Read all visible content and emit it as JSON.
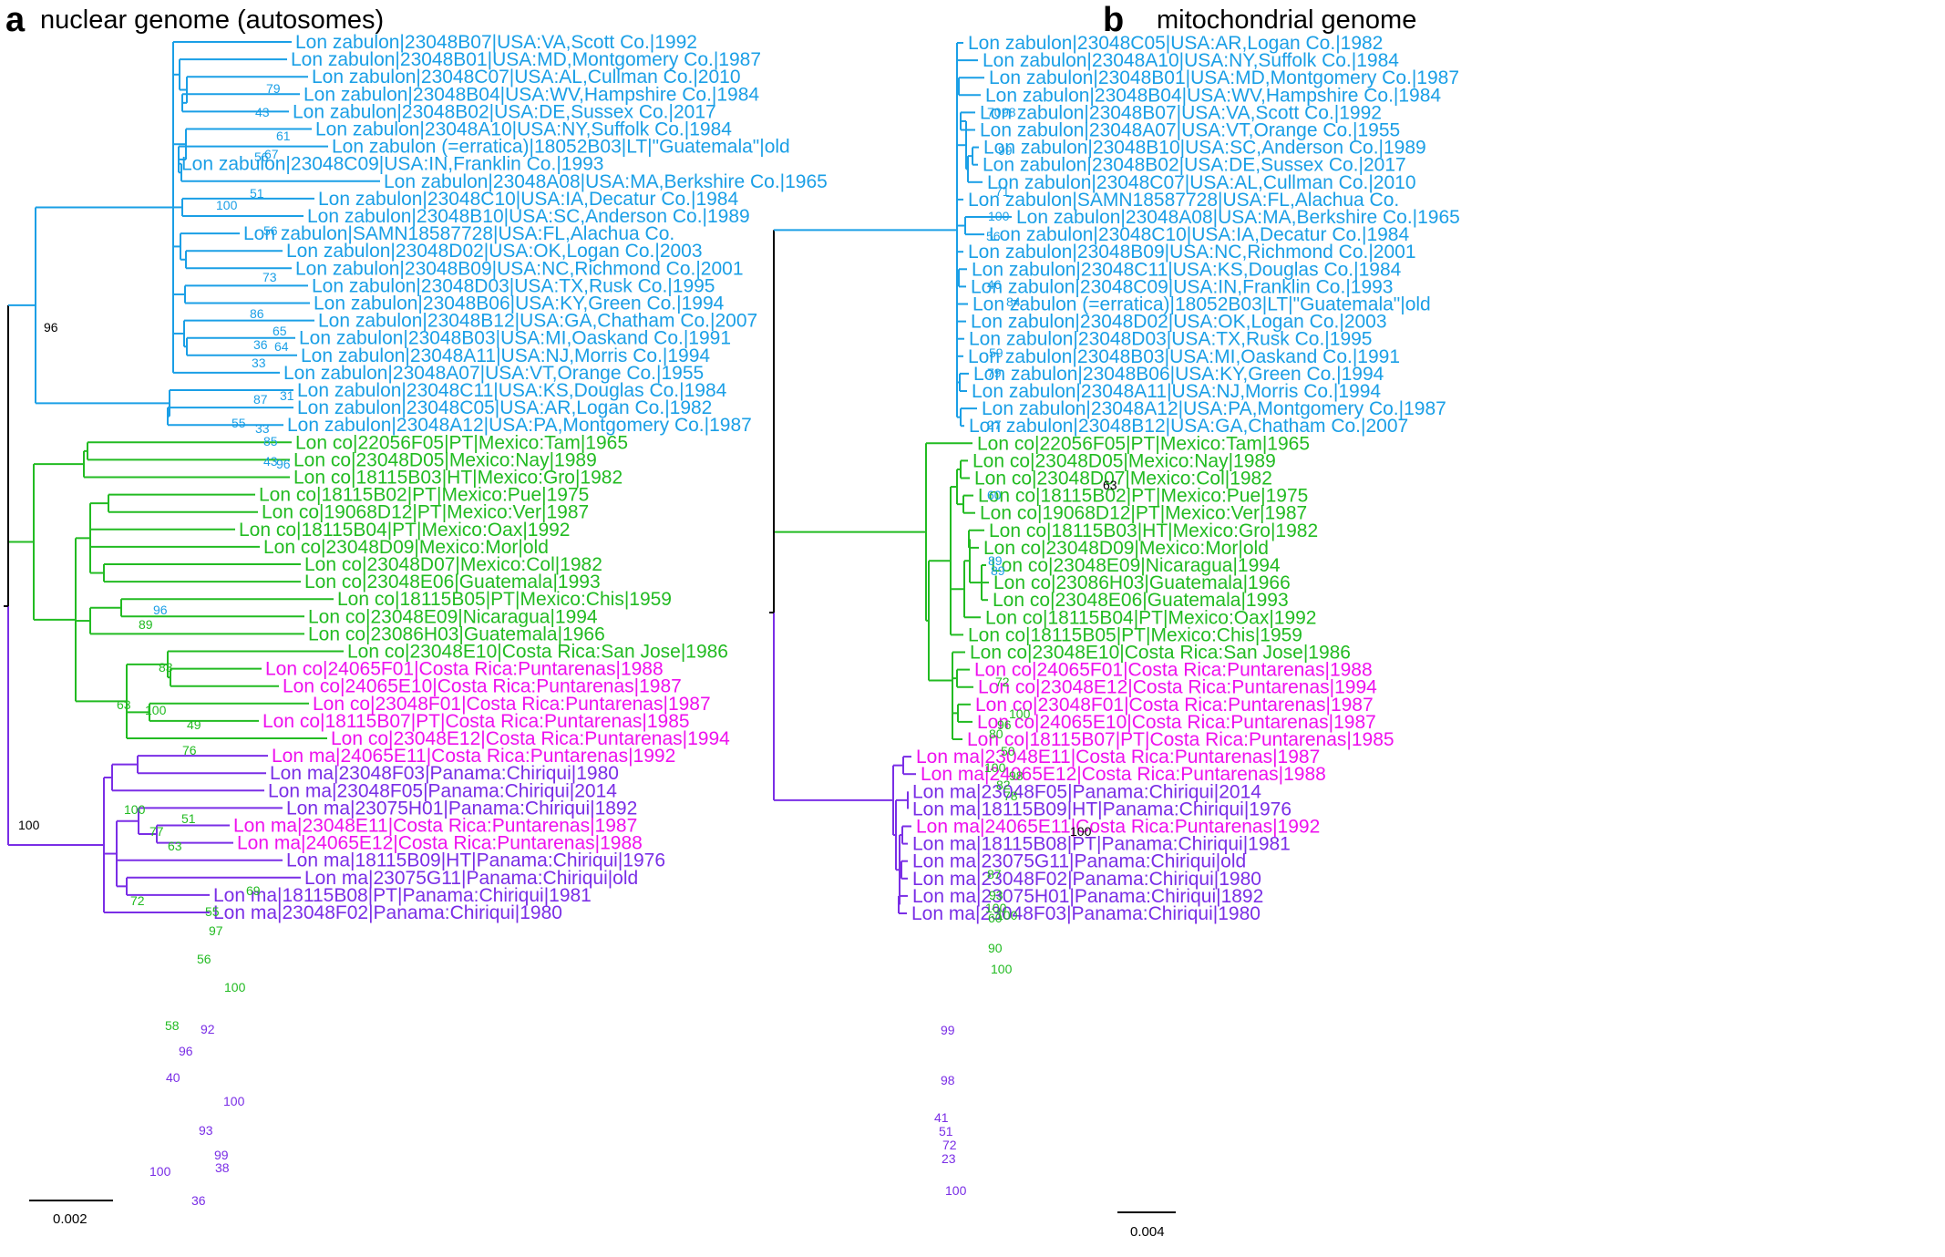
{
  "colors": {
    "black": "#000000",
    "blue": "#1a9fe6",
    "green": "#22bb22",
    "purple": "#7a2ee6",
    "magenta": "#ee11ee"
  },
  "panels": [
    {
      "letter": "a",
      "title": "nuclear genome (autosomes)",
      "scale_label": "0.002",
      "leaves": [
        {
          "label": "Lon zabulon|23048B07|USA:VA,Scott Co.|1992",
          "color": "blue"
        },
        {
          "label": "Lon zabulon|23048B01|USA:MD,Montgomery Co.|1987",
          "color": "blue"
        },
        {
          "label": "Lon zabulon|23048C07|USA:AL,Cullman Co.|2010",
          "color": "blue"
        },
        {
          "label": "Lon zabulon|23048B04|USA:WV,Hampshire Co.|1984",
          "color": "blue"
        },
        {
          "label": "Lon zabulon|23048B02|USA:DE,Sussex Co.|2017",
          "color": "blue"
        },
        {
          "label": "Lon zabulon|23048A10|USA:NY,Suffolk Co.|1984",
          "color": "blue"
        },
        {
          "label": "Lon zabulon (=erratica)|18052B03|LT|\"Guatemala\"|old",
          "color": "blue"
        },
        {
          "label": "Lon zabulon|23048C09|USA:IN,Franklin Co.|1993",
          "color": "blue"
        },
        {
          "label": "Lon zabulon|23048A08|USA:MA,Berkshire Co.|1965",
          "color": "blue"
        },
        {
          "label": "Lon zabulon|23048C10|USA:IA,Decatur Co.|1984",
          "color": "blue"
        },
        {
          "label": "Lon zabulon|23048B10|USA:SC,Anderson Co.|1989",
          "color": "blue"
        },
        {
          "label": "Lon zabulon|SAMN18587728|USA:FL,Alachua Co.",
          "color": "blue"
        },
        {
          "label": "Lon zabulon|23048D02|USA:OK,Logan Co.|2003",
          "color": "blue"
        },
        {
          "label": "Lon zabulon|23048B09|USA:NC,Richmond Co.|2001",
          "color": "blue"
        },
        {
          "label": "Lon zabulon|23048D03|USA:TX,Rusk Co.|1995",
          "color": "blue"
        },
        {
          "label": "Lon zabulon|23048B06|USA:KY,Green Co.|1994",
          "color": "blue"
        },
        {
          "label": "Lon zabulon|23048B12|USA:GA,Chatham Co.|2007",
          "color": "blue"
        },
        {
          "label": "Lon zabulon|23048B03|USA:MI,Oaskand Co.|1991",
          "color": "blue"
        },
        {
          "label": "Lon zabulon|23048A11|USA:NJ,Morris Co.|1994",
          "color": "blue"
        },
        {
          "label": "Lon zabulon|23048A07|USA:VT,Orange Co.|1955",
          "color": "blue"
        },
        {
          "label": "Lon zabulon|23048C11|USA:KS,Douglas Co.|1984",
          "color": "blue"
        },
        {
          "label": "Lon zabulon|23048C05|USA:AR,Logan Co.|1982",
          "color": "blue"
        },
        {
          "label": "Lon zabulon|23048A12|USA:PA,Montgomery Co.|1987",
          "color": "blue"
        },
        {
          "label": "Lon co|22056F05|PT|Mexico:Tam|1965",
          "color": "green"
        },
        {
          "label": "Lon co|23048D05|Mexico:Nay|1989",
          "color": "green"
        },
        {
          "label": "Lon co|18115B03|HT|Mexico:Gro|1982",
          "color": "green"
        },
        {
          "label": "Lon co|18115B02|PT|Mexico:Pue|1975",
          "color": "green"
        },
        {
          "label": "Lon co|19068D12|PT|Mexico:Ver|1987",
          "color": "green"
        },
        {
          "label": "Lon co|18115B04|PT|Mexico:Oax|1992",
          "color": "green"
        },
        {
          "label": "Lon co|23048D09|Mexico:Mor|old",
          "color": "green"
        },
        {
          "label": "Lon co|23048D07|Mexico:Col|1982",
          "color": "green"
        },
        {
          "label": "Lon co|23048E06|Guatemala|1993",
          "color": "green"
        },
        {
          "label": "Lon co|18115B05|PT|Mexico:Chis|1959",
          "color": "green"
        },
        {
          "label": "Lon co|23048E09|Nicaragua|1994",
          "color": "green"
        },
        {
          "label": "Lon co|23086H03|Guatemala|1966",
          "color": "green"
        },
        {
          "label": "Lon co|23048E10|Costa Rica:San Jose|1986",
          "color": "green"
        },
        {
          "label": "Lon co|24065F01|Costa Rica:Puntarenas|1988",
          "color": "magenta"
        },
        {
          "label": "Lon co|24065E10|Costa Rica:Puntarenas|1987",
          "color": "magenta"
        },
        {
          "label": "Lon co|23048F01|Costa Rica:Puntarenas|1987",
          "color": "magenta"
        },
        {
          "label": "Lon co|18115B07|PT|Costa Rica:Puntarenas|1985",
          "color": "magenta"
        },
        {
          "label": "Lon co|23048E12|Costa Rica:Puntarenas|1994",
          "color": "magenta"
        },
        {
          "label": "Lon ma|24065E11|Costa Rica:Puntarenas|1992",
          "color": "magenta"
        },
        {
          "label": "Lon ma|23048F03|Panama:Chiriqui|1980",
          "color": "purple"
        },
        {
          "label": "Lon ma|23048F05|Panama:Chiriqui|2014",
          "color": "purple"
        },
        {
          "label": "Lon ma|23075H01|Panama:Chiriqui|1892",
          "color": "purple"
        },
        {
          "label": "Lon ma|23048E11|Costa Rica:Puntarenas|1987",
          "color": "magenta"
        },
        {
          "label": "Lon ma|24065E12|Costa Rica:Puntarenas|1988",
          "color": "magenta"
        },
        {
          "label": "Lon ma|18115B09|HT|Panama:Chiriqui|1976",
          "color": "purple"
        },
        {
          "label": "Lon ma|23075G11|Panama:Chiriqui|old",
          "color": "purple"
        },
        {
          "label": "Lon ma|18115B08|PT|Panama:Chiriqui|1981",
          "color": "purple"
        },
        {
          "label": "Lon ma|23048F02|Panama:Chiriqui|1980",
          "color": "purple"
        }
      ],
      "supports": [
        {
          "text": "96",
          "color": "black"
        },
        {
          "text": "100",
          "color": "black"
        },
        {
          "text": "79",
          "color": "blue"
        },
        {
          "text": "43",
          "color": "blue"
        },
        {
          "text": "61",
          "color": "blue"
        },
        {
          "text": "56",
          "color": "blue"
        },
        {
          "text": "67",
          "color": "blue"
        },
        {
          "text": "51",
          "color": "blue"
        },
        {
          "text": "100",
          "color": "blue"
        },
        {
          "text": "56",
          "color": "blue"
        },
        {
          "text": "73",
          "color": "blue"
        },
        {
          "text": "86",
          "color": "blue"
        },
        {
          "text": "65",
          "color": "blue"
        },
        {
          "text": "36",
          "color": "blue"
        },
        {
          "text": "64",
          "color": "blue"
        },
        {
          "text": "33",
          "color": "blue"
        },
        {
          "text": "31",
          "color": "blue"
        },
        {
          "text": "87",
          "color": "blue"
        },
        {
          "text": "55",
          "color": "blue"
        },
        {
          "text": "33",
          "color": "blue"
        },
        {
          "text": "85",
          "color": "blue"
        },
        {
          "text": "43",
          "color": "blue"
        },
        {
          "text": "96",
          "color": "blue"
        },
        {
          "text": "96",
          "color": "blue"
        },
        {
          "text": "89",
          "color": "green"
        },
        {
          "text": "83",
          "color": "green"
        },
        {
          "text": "63",
          "color": "green"
        },
        {
          "text": "100",
          "color": "green"
        },
        {
          "text": "49",
          "color": "green"
        },
        {
          "text": "76",
          "color": "green"
        },
        {
          "text": "63",
          "color": "green"
        },
        {
          "text": "100",
          "color": "green"
        },
        {
          "text": "51",
          "color": "green"
        },
        {
          "text": "77",
          "color": "green"
        },
        {
          "text": "72",
          "color": "green"
        },
        {
          "text": "69",
          "color": "green"
        },
        {
          "text": "55",
          "color": "green"
        },
        {
          "text": "97",
          "color": "green"
        },
        {
          "text": "56",
          "color": "green"
        },
        {
          "text": "100",
          "color": "green"
        },
        {
          "text": "58",
          "color": "green"
        },
        {
          "text": "92",
          "color": "purple"
        },
        {
          "text": "96",
          "color": "purple"
        },
        {
          "text": "40",
          "color": "purple"
        },
        {
          "text": "100",
          "color": "purple"
        },
        {
          "text": "93",
          "color": "purple"
        },
        {
          "text": "99",
          "color": "purple"
        },
        {
          "text": "38",
          "color": "purple"
        },
        {
          "text": "100",
          "color": "purple"
        },
        {
          "text": "36",
          "color": "purple"
        }
      ]
    },
    {
      "letter": "b",
      "title": "mitochondrial genome",
      "scale_label": "0.004",
      "leaves": [
        {
          "label": "Lon zabulon|23048C05|USA:AR,Logan Co.|1982",
          "color": "blue"
        },
        {
          "label": "Lon zabulon|23048A10|USA:NY,Suffolk Co.|1984",
          "color": "blue"
        },
        {
          "label": "Lon zabulon|23048B01|USA:MD,Montgomery Co.|1987",
          "color": "blue"
        },
        {
          "label": "Lon zabulon|23048B04|USA:WV,Hampshire Co.|1984",
          "color": "blue"
        },
        {
          "label": "Lon zabulon|23048B07|USA:VA,Scott Co.|1992",
          "color": "blue"
        },
        {
          "label": "Lon zabulon|23048A07|USA:VT,Orange Co.|1955",
          "color": "blue"
        },
        {
          "label": "Lon zabulon|23048B10|USA:SC,Anderson Co.|1989",
          "color": "blue"
        },
        {
          "label": "Lon zabulon|23048B02|USA:DE,Sussex Co.|2017",
          "color": "blue"
        },
        {
          "label": "Lon zabulon|23048C07|USA:AL,Cullman Co.|2010",
          "color": "blue"
        },
        {
          "label": "Lon zabulon|SAMN18587728|USA:FL,Alachua Co.",
          "color": "blue"
        },
        {
          "label": "Lon zabulon|23048A08|USA:MA,Berkshire Co.|1965",
          "color": "blue"
        },
        {
          "label": "Lon zabulon|23048C10|USA:IA,Decatur Co.|1984",
          "color": "blue"
        },
        {
          "label": "Lon zabulon|23048B09|USA:NC,Richmond Co.|2001",
          "color": "blue"
        },
        {
          "label": "Lon zabulon|23048C11|USA:KS,Douglas Co.|1984",
          "color": "blue"
        },
        {
          "label": "Lon zabulon|23048C09|USA:IN,Franklin Co.|1993",
          "color": "blue"
        },
        {
          "label": "Lon zabulon (=erratica)|18052B03|LT|\"Guatemala\"|old",
          "color": "blue"
        },
        {
          "label": "Lon zabulon|23048D02|USA:OK,Logan Co.|2003",
          "color": "blue"
        },
        {
          "label": "Lon zabulon|23048D03|USA:TX,Rusk Co.|1995",
          "color": "blue"
        },
        {
          "label": "Lon zabulon|23048B03|USA:MI,Oaskand Co.|1991",
          "color": "blue"
        },
        {
          "label": "Lon zabulon|23048B06|USA:KY,Green Co.|1994",
          "color": "blue"
        },
        {
          "label": "Lon zabulon|23048A11|USA:NJ,Morris Co.|1994",
          "color": "blue"
        },
        {
          "label": "Lon zabulon|23048A12|USA:PA,Montgomery Co.|1987",
          "color": "blue"
        },
        {
          "label": "Lon zabulon|23048B12|USA:GA,Chatham Co.|2007",
          "color": "blue"
        },
        {
          "label": "Lon co|22056F05|PT|Mexico:Tam|1965",
          "color": "green"
        },
        {
          "label": "Lon co|23048D05|Mexico:Nay|1989",
          "color": "green"
        },
        {
          "label": "Lon co|23048D07|Mexico:Col|1982",
          "color": "green"
        },
        {
          "label": "Lon co|18115B02|PT|Mexico:Pue|1975",
          "color": "green"
        },
        {
          "label": "Lon co|19068D12|PT|Mexico:Ver|1987",
          "color": "green"
        },
        {
          "label": "Lon co|18115B03|HT|Mexico:Gro|1982",
          "color": "green"
        },
        {
          "label": "Lon co|23048D09|Mexico:Mor|old",
          "color": "green"
        },
        {
          "label": "Lon co|23048E09|Nicaragua|1994",
          "color": "green"
        },
        {
          "label": "Lon co|23086H03|Guatemala|1966",
          "color": "green"
        },
        {
          "label": "Lon co|23048E06|Guatemala|1993",
          "color": "green"
        },
        {
          "label": "Lon co|18115B04|PT|Mexico:Oax|1992",
          "color": "green"
        },
        {
          "label": "Lon co|18115B05|PT|Mexico:Chis|1959",
          "color": "green"
        },
        {
          "label": "Lon co|23048E10|Costa Rica:San Jose|1986",
          "color": "green"
        },
        {
          "label": "Lon co|24065F01|Costa Rica:Puntarenas|1988",
          "color": "magenta"
        },
        {
          "label": "Lon co|23048E12|Costa Rica:Puntarenas|1994",
          "color": "magenta"
        },
        {
          "label": "Lon co|23048F01|Costa Rica:Puntarenas|1987",
          "color": "magenta"
        },
        {
          "label": "Lon co|24065E10|Costa Rica:Puntarenas|1987",
          "color": "magenta"
        },
        {
          "label": "Lon co|18115B07|PT|Costa Rica:Puntarenas|1985",
          "color": "magenta"
        },
        {
          "label": "Lon ma|23048E11|Costa Rica:Puntarenas|1987",
          "color": "magenta"
        },
        {
          "label": "Lon ma|24065E12|Costa Rica:Puntarenas|1988",
          "color": "magenta"
        },
        {
          "label": "Lon ma|23048F05|Panama:Chiriqui|2014",
          "color": "purple"
        },
        {
          "label": "Lon ma|18115B09|HT|Panama:Chiriqui|1976",
          "color": "purple"
        },
        {
          "label": "Lon ma|24065E11|Costa Rica:Puntarenas|1992",
          "color": "magenta"
        },
        {
          "label": "Lon ma|18115B08|PT|Panama:Chiriqui|1981",
          "color": "purple"
        },
        {
          "label": "Lon ma|23075G11|Panama:Chiriqui|old",
          "color": "purple"
        },
        {
          "label": "Lon ma|23048F02|Panama:Chiriqui|1980",
          "color": "purple"
        },
        {
          "label": "Lon ma|23075H01|Panama:Chiriqui|1892",
          "color": "purple"
        },
        {
          "label": "Lon ma|23048F03|Panama:Chiriqui|1980",
          "color": "purple"
        }
      ],
      "supports": [
        {
          "text": "63",
          "color": "black"
        },
        {
          "text": "100",
          "color": "black"
        },
        {
          "text": "70",
          "color": "blue"
        },
        {
          "text": "98",
          "color": "blue"
        },
        {
          "text": "99",
          "color": "blue"
        },
        {
          "text": "71",
          "color": "blue"
        },
        {
          "text": "100",
          "color": "blue"
        },
        {
          "text": "56",
          "color": "blue"
        },
        {
          "text": "46",
          "color": "blue"
        },
        {
          "text": "84",
          "color": "blue"
        },
        {
          "text": "59",
          "color": "blue"
        },
        {
          "text": "79",
          "color": "blue"
        },
        {
          "text": "27",
          "color": "blue"
        },
        {
          "text": "60",
          "color": "blue"
        },
        {
          "text": "89",
          "color": "blue"
        },
        {
          "text": "89",
          "color": "blue"
        },
        {
          "text": "100",
          "color": "green"
        },
        {
          "text": "72",
          "color": "green"
        },
        {
          "text": "100",
          "color": "green"
        },
        {
          "text": "96",
          "color": "green"
        },
        {
          "text": "80",
          "color": "green"
        },
        {
          "text": "50",
          "color": "green"
        },
        {
          "text": "100",
          "color": "green"
        },
        {
          "text": "98",
          "color": "green"
        },
        {
          "text": "82",
          "color": "green"
        },
        {
          "text": "78",
          "color": "green"
        },
        {
          "text": "87",
          "color": "green"
        },
        {
          "text": "93",
          "color": "green"
        },
        {
          "text": "100",
          "color": "green"
        },
        {
          "text": "60",
          "color": "green"
        },
        {
          "text": "90",
          "color": "green"
        },
        {
          "text": "100",
          "color": "green"
        },
        {
          "text": "99",
          "color": "purple"
        },
        {
          "text": "98",
          "color": "purple"
        },
        {
          "text": "41",
          "color": "purple"
        },
        {
          "text": "51",
          "color": "purple"
        },
        {
          "text": "72",
          "color": "purple"
        },
        {
          "text": "23",
          "color": "purple"
        },
        {
          "text": "100",
          "color": "purple"
        }
      ]
    }
  ]
}
